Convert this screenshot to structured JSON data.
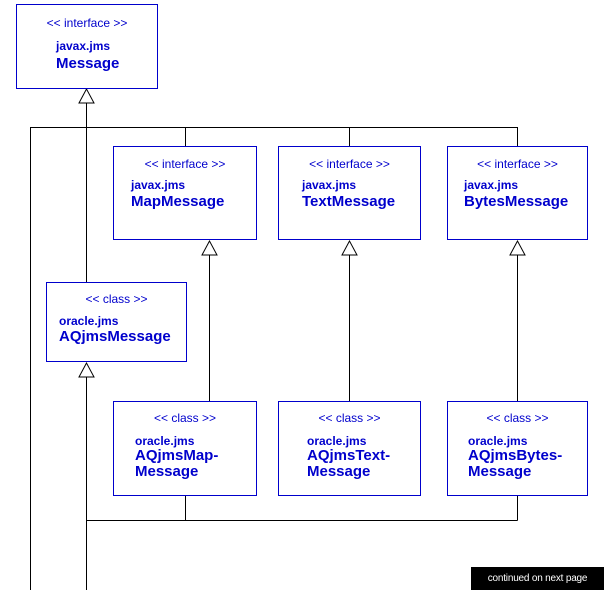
{
  "boxes": {
    "message": {
      "stereotype": "<< interface >>",
      "package": "javax.jms",
      "name": "Message"
    },
    "map_message": {
      "stereotype": "<< interface >>",
      "package": "javax.jms",
      "name": "MapMessage"
    },
    "text_message": {
      "stereotype": "<< interface >>",
      "package": "javax.jms",
      "name": "TextMessage"
    },
    "bytes_message": {
      "stereotype": "<< interface >>",
      "package": "javax.jms",
      "name": "BytesMessage"
    },
    "aqjms_message": {
      "stereotype": "<< class >>",
      "package": "oracle.jms",
      "name": "AQjmsMessage"
    },
    "aqjms_map_message": {
      "stereotype": "<< class >>",
      "package": "oracle.jms",
      "name_line1": "AQjmsMap-",
      "name_line2": "Message"
    },
    "aqjms_text_message": {
      "stereotype": "<< class >>",
      "package": "oracle.jms",
      "name_line1": "AQjmsText-",
      "name_line2": "Message"
    },
    "aqjms_bytes_message": {
      "stereotype": "<< class >>",
      "package": "oracle.jms",
      "name_line1": "AQjmsBytes-",
      "name_line2": "Message"
    }
  },
  "footer": "continued on next page",
  "colors": {
    "box_border": "#0000cc",
    "text": "#0000cc",
    "connector": "#000000",
    "footer_background": "#000000",
    "footer_text": "#ffffff"
  }
}
